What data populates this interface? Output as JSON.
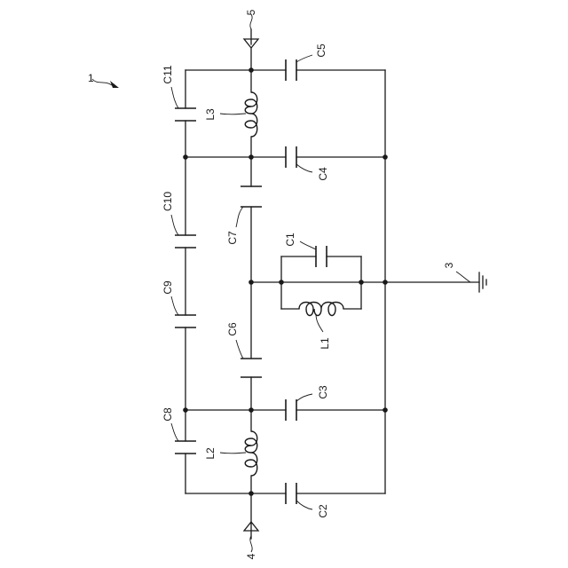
{
  "components": {
    "c1": "C1",
    "c2": "C2",
    "c3": "C3",
    "c4": "C4",
    "c5": "C5",
    "c6": "C6",
    "c7": "C7",
    "c8": "C8",
    "c9": "C9",
    "c10": "C10",
    "c11": "C11",
    "l1": "L1",
    "l2": "L2",
    "l3": "L3"
  },
  "terminals": {
    "t3": "3",
    "t4": "4",
    "t5": "5"
  },
  "figure_ref": "1"
}
